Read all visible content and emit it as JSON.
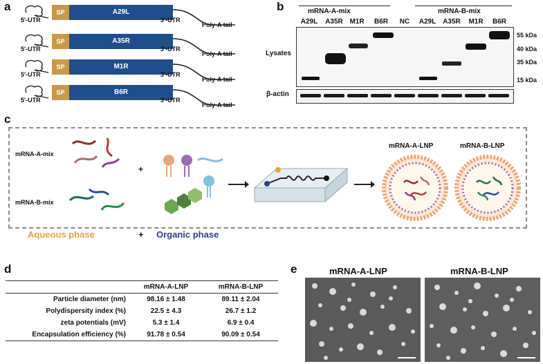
{
  "panels": {
    "a": "a",
    "b": "b",
    "c": "c",
    "d": "d",
    "e": "e"
  },
  "panel_a": {
    "constructs": [
      {
        "sp": "SP",
        "gene": "A29L"
      },
      {
        "sp": "SP",
        "gene": "A35R"
      },
      {
        "sp": "SP",
        "gene": "M1R"
      },
      {
        "sp": "SP",
        "gene": "B6R"
      }
    ],
    "utr5": "5'-UTR",
    "utr3": "3'-UTR",
    "polya": "Poly-A tail"
  },
  "panel_b": {
    "group_a": "mRNA-A-mix",
    "group_b": "mRNA-B-mix",
    "lanes": [
      "A29L",
      "A35R",
      "M1R",
      "B6R",
      "NC",
      "A29L",
      "A35R",
      "M1R",
      "B6R"
    ],
    "row_lysates": "Lysates",
    "row_actin": "β-actin",
    "ladder": [
      "55 kDa",
      "40 kDa",
      "35 kDa",
      "15 kDa"
    ]
  },
  "panel_c": {
    "mix_a": "mRNA-A-mix",
    "mix_b": "mRNA-B-mix",
    "plus": "+",
    "aqueous": "Aqueous phase",
    "organic": "Organic phase",
    "lnp_a": "mRNA-A-LNP",
    "lnp_b": "mRNA-B-LNP",
    "colors": {
      "aqueous": "#e8a33a",
      "organic": "#2b3f8f"
    }
  },
  "panel_d": {
    "headers": [
      "",
      "mRNA-A-LNP",
      "mRNA-B-LNP"
    ],
    "rows": [
      [
        "Particle diameter (nm)",
        "98.16 ± 1.48",
        "89.11 ± 2.04"
      ],
      [
        "Polydispersity index (%)",
        "22.5 ± 4.3",
        "26.7 ± 1.2"
      ],
      [
        "zeta potentials (mV)",
        "5.3 ± 1.4",
        "6.9 ± 0.4"
      ],
      [
        "Encapsulation efficiency (%)",
        "91.78 ± 0.54",
        "90.09 ± 0.54"
      ]
    ]
  },
  "panel_e": {
    "left": "mRNA-A-LNP",
    "right": "mRNA-B-LNP"
  }
}
